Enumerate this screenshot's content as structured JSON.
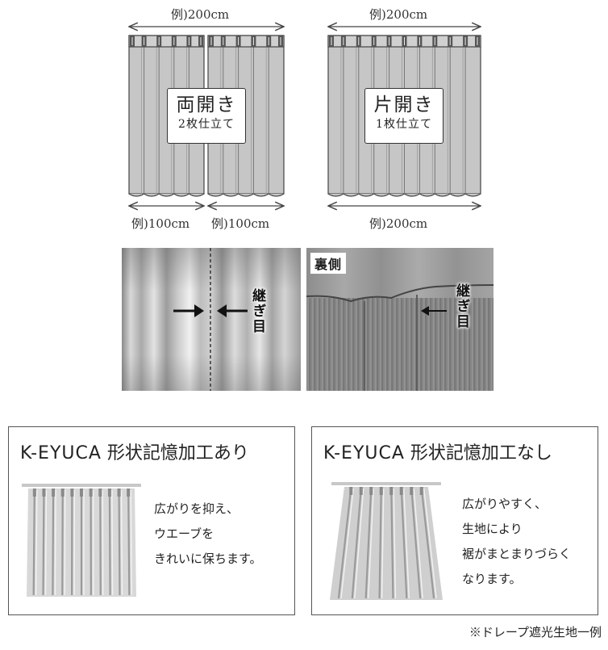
{
  "diagram": {
    "double": {
      "top_width": "例)200cm",
      "title": "両開き",
      "subtitle": "2枚仕立て",
      "left_width": "例)100cm",
      "right_width": "例)100cm"
    },
    "single": {
      "top_width": "例)200cm",
      "title": "片開き",
      "subtitle": "1枚仕立て",
      "bottom_width": "例)200cm"
    }
  },
  "photos": {
    "front_seam_label": "継ぎ目",
    "back_tag": "裏側",
    "back_seam_label": "継ぎ目"
  },
  "comparison": {
    "with": {
      "brand": "K-EYUCA",
      "title_rest": " 形状記憶加工あり",
      "lines": [
        "広がりを抑え、",
        "ウエーブを",
        "きれいに保ちます。"
      ]
    },
    "without": {
      "brand": "K-EYUCA",
      "title_rest": " 形状記憶加工なし",
      "lines": [
        "広がりやすく、",
        "生地により",
        "裾がまとまりづらく",
        "なります。"
      ]
    }
  },
  "note": "※ドレープ遮光生地一例"
}
